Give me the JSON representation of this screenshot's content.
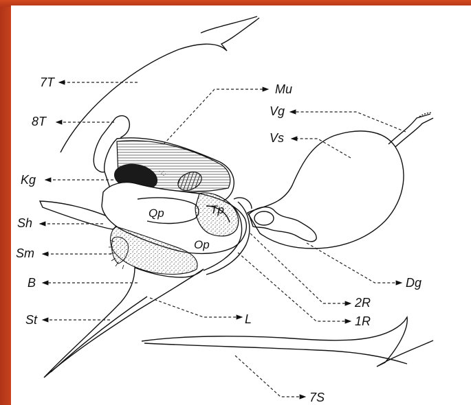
{
  "labels": {
    "t7": "7T",
    "t8": "8T",
    "kg": "Kg",
    "sh": "Sh",
    "sm": "Sm",
    "b": "B",
    "st": "St",
    "mu": "Mu",
    "vg": "Vg",
    "vs": "Vs",
    "dg": "Dg",
    "r2": "2R",
    "r1": "1R",
    "l": "L",
    "s7": "7S",
    "qp": "Qp",
    "tp": "Tp",
    "op": "Op"
  },
  "colors": {
    "frame": "#c8401c",
    "paper": "#ffffff",
    "ink": "#111111"
  }
}
